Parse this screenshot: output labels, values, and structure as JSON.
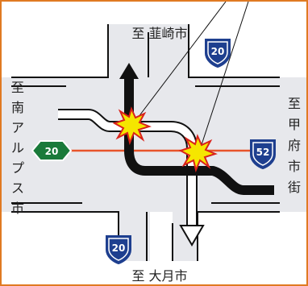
{
  "map": {
    "destinations": {
      "north": "至 韮崎市",
      "south": "至 大月市",
      "west": [
        "至",
        "南",
        "ア",
        "ル",
        "プ",
        "ス",
        "市"
      ],
      "east": [
        "至",
        "甲",
        "府",
        "市",
        "街"
      ]
    },
    "route_shields": {
      "north": "20",
      "south": "20",
      "west": "20",
      "east": "52"
    },
    "colors": {
      "frame": "#E07A22",
      "road": "#E7E8EC",
      "route_line": "#E8542B",
      "path_black": "#111111",
      "shield_blue": "#1E3F8F",
      "shield_green": "#1A7A3A",
      "crash_fill": "#F5E600",
      "crash_edge": "#D9221A"
    },
    "icons": [
      "crash-burst-icon",
      "crash-burst-icon",
      "route-shield-icon"
    ]
  }
}
